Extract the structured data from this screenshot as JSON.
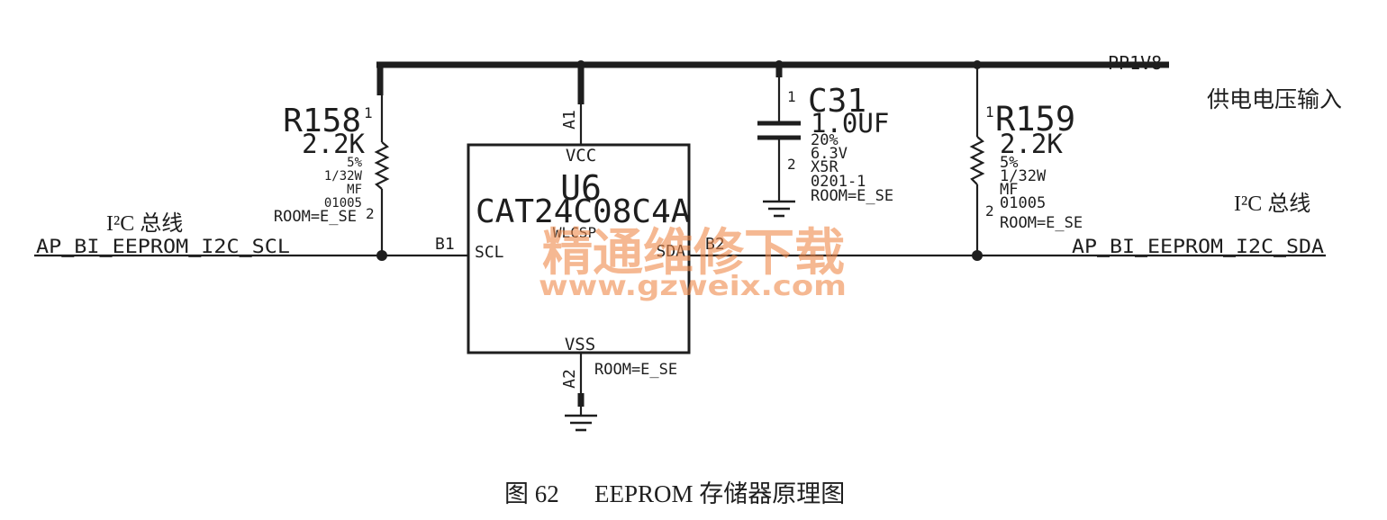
{
  "power_net": {
    "name": "PP1V8",
    "note": "供电电压输入"
  },
  "bus_note": {
    "left": "I²C 总线",
    "right": "I²C 总线"
  },
  "nets": {
    "scl": "AP_BI_EEPROM_I2C_SCL",
    "sda": "AP_BI_EEPROM_I2C_SDA"
  },
  "r158": {
    "ref": "R158",
    "pin1": "1",
    "pin2": "2",
    "value": "2.2K",
    "tolerance": "5%",
    "power": "1/32W",
    "type": "MF",
    "package": "01005",
    "room": "ROOM=E_SE"
  },
  "r159": {
    "ref": "R159",
    "pin1": "1",
    "pin2": "2",
    "value": "2.2K",
    "tolerance": "5%",
    "power": "1/32W",
    "type": "MF",
    "package": "01005",
    "room": "ROOM=E_SE"
  },
  "c31": {
    "ref": "C31",
    "pin1": "1",
    "pin2": "2",
    "value": "1.0UF",
    "tolerance": "20%",
    "voltage": "6.3V",
    "dielectric": "X5R",
    "package": "0201-1",
    "room": "ROOM=E_SE"
  },
  "u6": {
    "ref": "U6",
    "part": "CAT24C08C4A",
    "package": "WLCSP",
    "room": "ROOM=E_SE",
    "pins": {
      "vcc": {
        "name": "VCC",
        "number": "A1"
      },
      "vss": {
        "name": "VSS",
        "number": "A2"
      },
      "scl": {
        "name": "SCL",
        "number": "B1"
      },
      "sda": {
        "name": "SDA",
        "number": "B2"
      }
    }
  },
  "watermark": {
    "title": "精通维修下载",
    "url": "www.gzweix.com"
  },
  "caption": {
    "number": "图 62",
    "title": "EEPROM 存储器原理图"
  },
  "colors": {
    "ink": "#1e1e1e",
    "watermark": "#f08a4b",
    "background": "#ffffff"
  }
}
